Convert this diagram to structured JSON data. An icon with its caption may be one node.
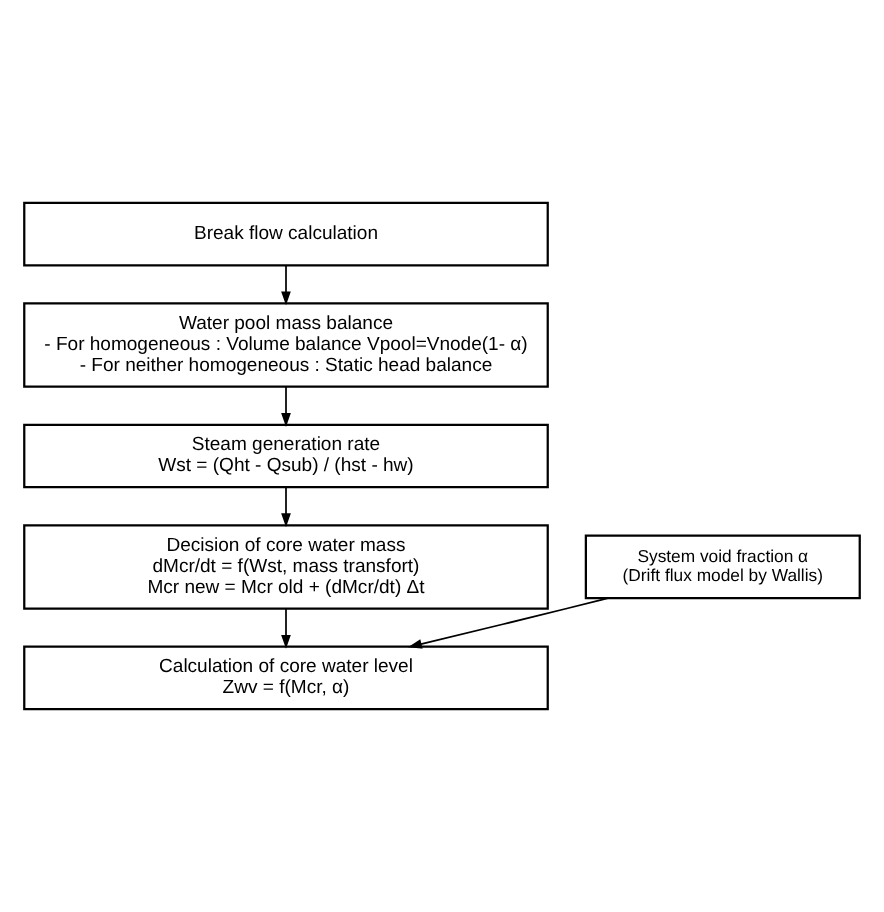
{
  "diagram": {
    "nodes": [
      {
        "text": [
          "Break flow calculation"
        ]
      },
      {
        "text": [
          "Water pool mass balance",
          "- For homogeneous : Volume balance Vpool=Vnode(1- α)",
          "- For neither homogeneous : Static head balance"
        ]
      },
      {
        "text": [
          "Steam generation rate",
          "Wst = (Qht - Qsub) / (hst - hw)"
        ]
      },
      {
        "text": [
          "Decision of core water mass",
          "dMcr/dt = f(Wst, mass transfort)",
          "Mcr new = Mcr old + (dMcr/dt) Δt"
        ]
      },
      {
        "text": [
          "System void fraction α",
          "(Drift flux model by Wallis)"
        ]
      },
      {
        "text": [
          "Calculation of core water level",
          "Zwv = f(Mcr, α)"
        ]
      }
    ],
    "edges": [
      {
        "from": 0,
        "to": 1,
        "arrow": "to"
      },
      {
        "from": 1,
        "to": 2,
        "arrow": "to"
      },
      {
        "from": 2,
        "to": 3,
        "arrow": "to"
      },
      {
        "from": 3,
        "to": 5,
        "arrow": "to"
      },
      {
        "from": 4,
        "to": 5,
        "arrow": "to"
      }
    ]
  }
}
